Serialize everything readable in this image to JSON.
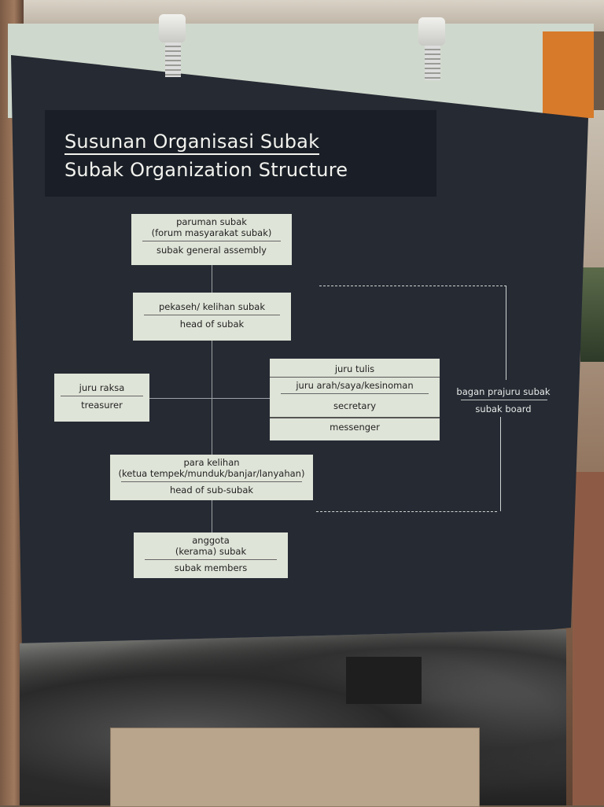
{
  "title": {
    "line1": "Susunan Organisasi Subak",
    "line2": "Subak Organization Structure"
  },
  "nodes": {
    "paruman": {
      "line1": "paruman subak",
      "line2": "(forum masyarakat subak)",
      "english": "subak general assembly"
    },
    "pekaseh": {
      "line1": "pekaseh/ kelihan subak",
      "english": "head of subak"
    },
    "juru_raksa": {
      "line1": "juru raksa",
      "english": "treasurer"
    },
    "juru_tulis": {
      "line1": "juru tulis",
      "line2": "juru arah/saya/kesinoman",
      "english1": "secretary",
      "english2": "messenger"
    },
    "para_kelihan": {
      "line1": "para kelihan",
      "line2": "(ketua tempek/munduk/banjar/lanyahan)",
      "english": "head of sub-subak"
    },
    "anggota": {
      "line1": "anggota",
      "line2": "(kerama) subak",
      "english": "subak members"
    }
  },
  "board_group": {
    "label": "bagan prajuru subak",
    "english": "subak board"
  },
  "colors": {
    "board": "#252a33",
    "box": "#dfe4d8",
    "accent": "#d77a2a"
  }
}
